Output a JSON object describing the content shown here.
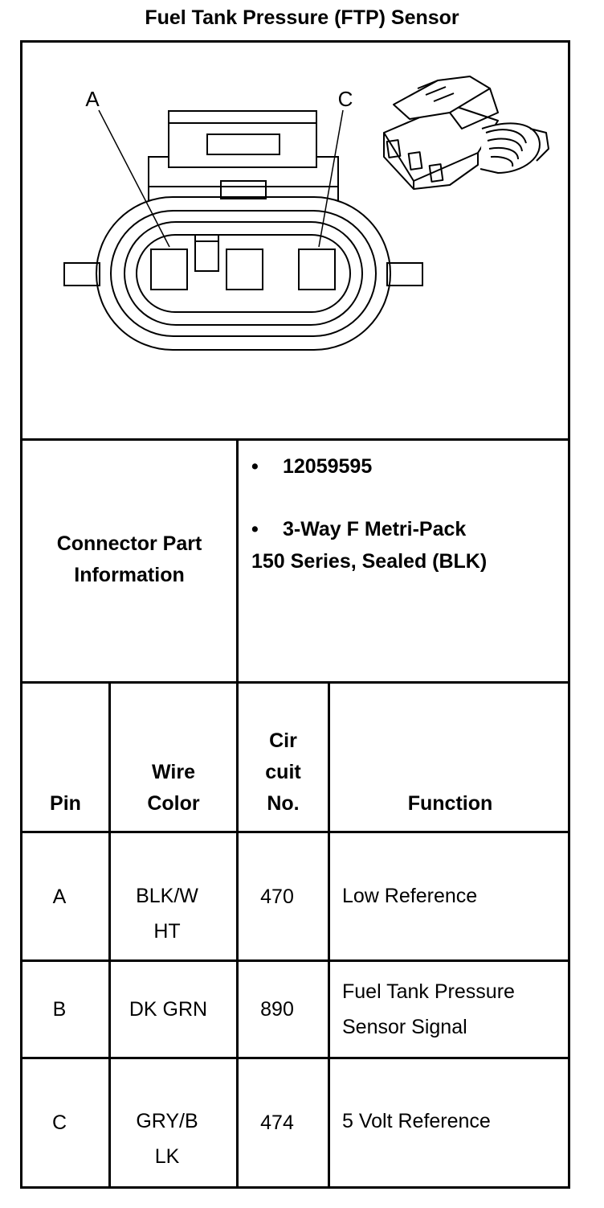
{
  "title": "Fuel Tank Pressure (FTP) Sensor",
  "diagram": {
    "label_a": "A",
    "label_c": "C"
  },
  "part_info": {
    "label_line1": "Connector Part",
    "label_line2": "Information",
    "bullet": "•",
    "item1": "12059595",
    "item2_line1": "3-Way F Metri-Pack",
    "item2_line2": "150 Series, Sealed (BLK)"
  },
  "table": {
    "headers": {
      "pin": "Pin",
      "wire_line1": "Wire",
      "wire_line2": "Color",
      "circuit_line1": "Cir",
      "circuit_line2": "cuit",
      "circuit_line3": "No.",
      "function": "Function"
    },
    "rows": [
      {
        "pin": "A",
        "wire_line1": "BLK/W",
        "wire_line2": "HT",
        "circuit": "470",
        "function_line1": "Low Reference",
        "function_line2": ""
      },
      {
        "pin": "B",
        "wire_line1": "DK GRN",
        "wire_line2": "",
        "circuit": "890",
        "function_line1": "Fuel Tank Pressure",
        "function_line2": "Sensor Signal"
      },
      {
        "pin": "C",
        "wire_line1": "GRY/B",
        "wire_line2": "LK",
        "circuit": "474",
        "function_line1": "5 Volt Reference",
        "function_line2": ""
      }
    ]
  }
}
